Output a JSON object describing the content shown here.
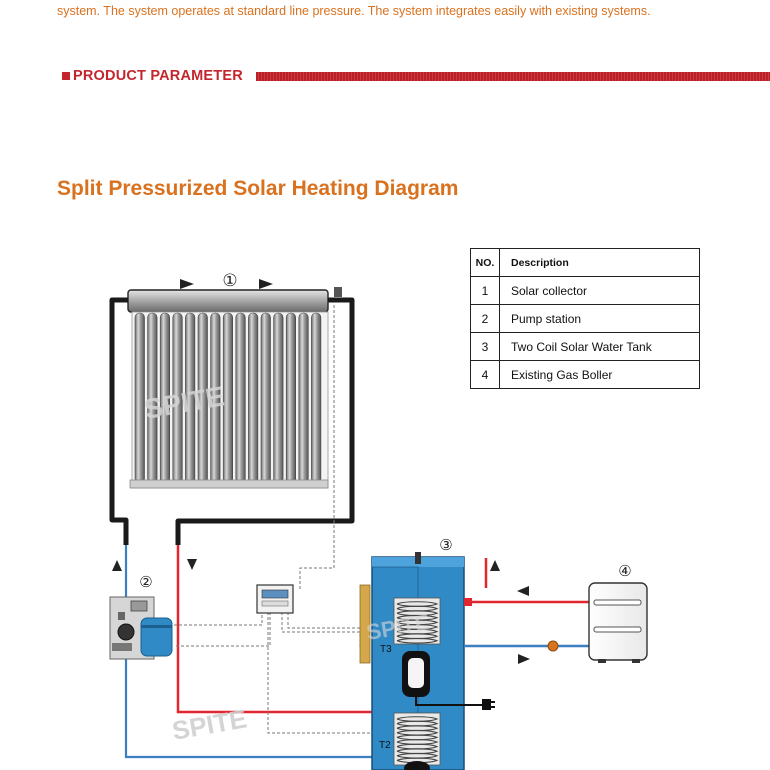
{
  "intro_text": "system. The system operates at standard line pressure. The system integrates easily with existing systems.",
  "section_title": "PRODUCT PARAMETER",
  "diagram_title": "Split Pressurized Solar Heating Diagram",
  "legend": {
    "headers": {
      "no": "NO.",
      "description": "Description"
    },
    "rows": [
      {
        "no": "1",
        "description": "Solar collector"
      },
      {
        "no": "2",
        "description": "Pump station"
      },
      {
        "no": "3",
        "description": "Two Coil Solar Water Tank"
      },
      {
        "no": "4",
        "description": "Existing Gas Boller"
      }
    ]
  },
  "markers": {
    "collector": "①",
    "pump": "②",
    "tank": "③",
    "boiler": "④"
  },
  "sensors": {
    "t3": "T3",
    "t2": "T2"
  },
  "watermark": "SPITE",
  "colors": {
    "accent_orange": "#d9711e",
    "section_red": "#c4262e",
    "hot_pipe": "#e2262f",
    "cold_pipe": "#3a7fc0",
    "tank_blue": "#2f8ac6",
    "pipe_black": "#1a1a1a"
  }
}
